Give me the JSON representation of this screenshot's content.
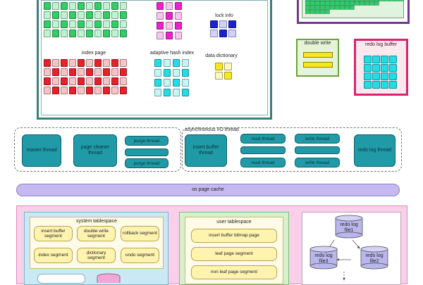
{
  "buffer_pool": {
    "index_page_label": "index page",
    "adaptive_hash_label": "adaptive hash index",
    "lock_info_label": "lock info",
    "data_dictionary_label": "data dictionary"
  },
  "double_write": {
    "label": "double write"
  },
  "redo_log_buffer": {
    "label": "redo log buffer"
  },
  "threads": {
    "master": "master thread",
    "page_cleaner": "page cleaner thread",
    "purge_1": "purge thread",
    "purge_2": "purge thread",
    "async_io_label": "asynchronous I/O thread",
    "insert_buffer": "insert buffer thread",
    "read_1": "read thread",
    "read_2": "read thread",
    "write_1": "write thread",
    "write_2": "write thread",
    "redo_log": "redo log thread"
  },
  "os_page_cache": {
    "label": "os page cache"
  },
  "system_tablespace": {
    "label": "system tablespace",
    "segments": [
      "insert buffer segment",
      "double write segment",
      "rollback segment",
      "index segment",
      "dictionary segment",
      "undo segment"
    ]
  },
  "user_tablespace": {
    "label": "user tablespace",
    "segments": [
      "insert buffer bitmap page",
      "leaf page segment",
      "non leaf page segment"
    ]
  },
  "redo_log_files": [
    "redo log file1",
    "redo log file3",
    "redo log file2"
  ],
  "colors": {
    "green": "#33cc66",
    "magenta": "#ee22cc",
    "red": "#e8202c",
    "cyan": "#22dde6",
    "blue": "#1a22cc",
    "yellow": "#f7e81c",
    "teal": "#1f9aa6",
    "lavender": "#c6b8f0"
  }
}
